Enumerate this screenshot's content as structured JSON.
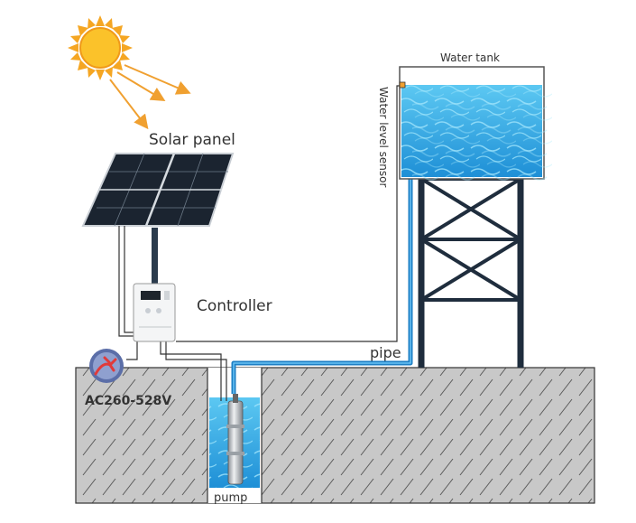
{
  "labels": {
    "solar_panel": "Solar panel",
    "controller": "Controller",
    "water_tank": "Water tank",
    "water_level_sensor": "Water level sensor",
    "pipe": "pipe",
    "pump": "pump",
    "ac_supply": "AC260-528V"
  },
  "colors": {
    "sun": "#f5b21c",
    "sun_rays": "#f0a030",
    "ground_fill": "#c8c8c8",
    "ground_hatch": "#5a5a5a",
    "water": "#2e9fe0",
    "water_light": "#6fd0f5",
    "pipe": "#1d7fc4",
    "tower": "#1f2d3d",
    "cable": "#333333",
    "ac_icon_bg": "#5b6ea8",
    "ac_plug": "#e03a3a"
  }
}
